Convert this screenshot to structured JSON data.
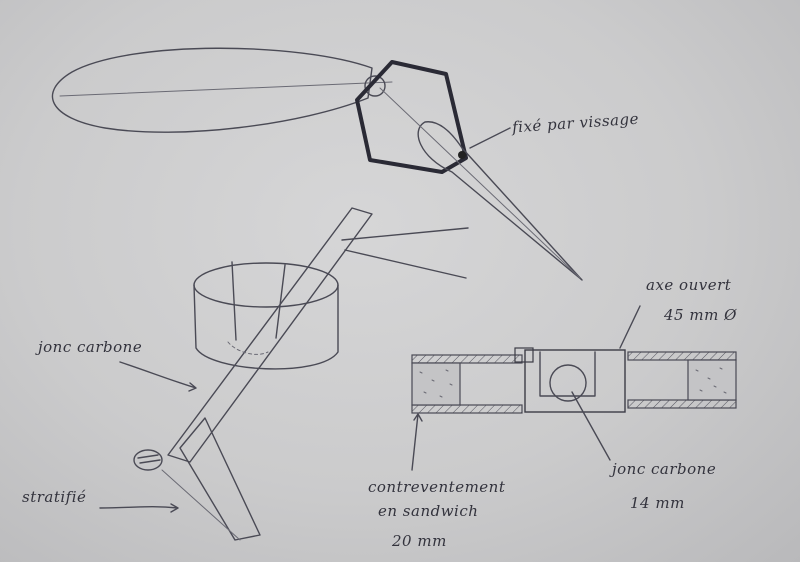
{
  "annotations": {
    "fixe_par_vissage": "fixé par vissage",
    "jonc_carbone_left": "jonc carbone",
    "stratifie": "stratifié",
    "axe_ouvert": "axe ouvert",
    "axe_diameter": "45 mm Ø",
    "contreventement": "contreventement",
    "en_sandwich": "en sandwich",
    "thickness_20": "20 mm",
    "jonc_carbone_right": "jonc carbone",
    "size_14": "14 mm"
  }
}
